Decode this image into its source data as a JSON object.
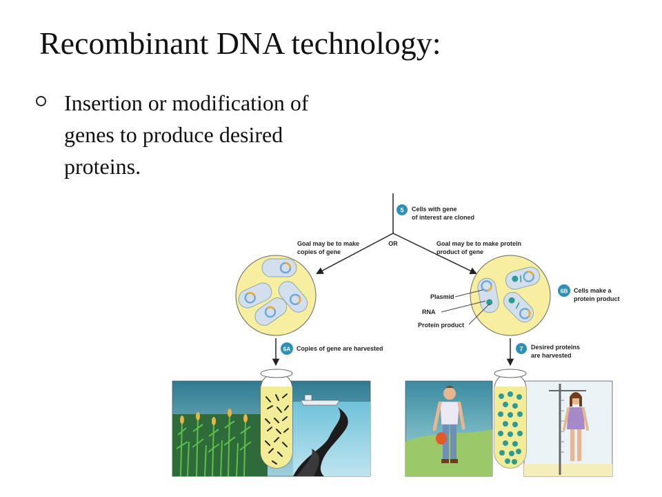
{
  "slide": {
    "title": "Recombinant DNA technology:",
    "bullet": "Insertion or modification of genes to produce desired proteins."
  },
  "figure": {
    "step5": {
      "number": "5",
      "line1": "Cells with gene",
      "line2": "of interest are cloned"
    },
    "or_label": "OR",
    "left_goal": {
      "line1": "Goal may be to make",
      "line2": "copies of gene"
    },
    "right_goal": {
      "line1": "Goal may be to make protein",
      "line2": "product of gene"
    },
    "labels": {
      "plasmid": "Plasmid",
      "rna": "RNA",
      "protein": "Protein product"
    },
    "step6b": {
      "number": "6B",
      "line1": "Cells make a",
      "line2": "protein product"
    },
    "step6a": {
      "number": "6A",
      "line1": "Copies of gene are harvested"
    },
    "step7": {
      "number": "7",
      "line1": "Desired proteins",
      "line2": "are harvested"
    }
  },
  "colors": {
    "badge": "#2f8fb5",
    "petri": "#f7eea0",
    "cell": "#d4dfee",
    "protein": "#2d9a94",
    "plasmid_ring": "#6fa8d8",
    "gene": "#f0a825"
  }
}
